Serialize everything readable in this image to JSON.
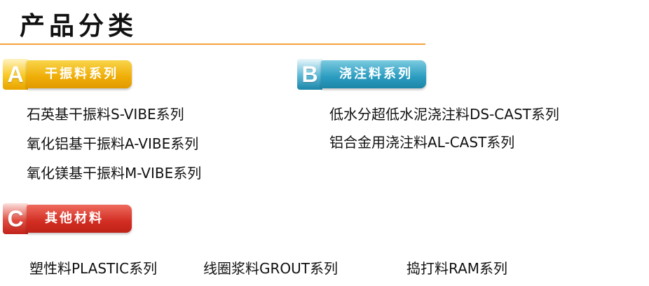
{
  "page": {
    "title": "产品分类"
  },
  "categories": [
    {
      "letter": "A",
      "label": "干振料系列",
      "items": [
        "石英基干振料S-VIBE系列",
        "氧化铝基干振料A-VIBE系列",
        "氧化镁基干振料M-VIBE系列"
      ]
    },
    {
      "letter": "B",
      "label": "浇注料系列",
      "items": [
        "低水分超低水泥浇注料DS-CAST系列",
        "铝合金用浇注料AL-CAST系列"
      ]
    },
    {
      "letter": "C",
      "label": "其他材料",
      "items": [
        "塑性料PLASTIC系列",
        "线圈浆料GROUT系列",
        "捣打料RAM系列"
      ]
    }
  ],
  "colors": {
    "rule": "#f2a03d",
    "a": "#efad07",
    "b": "#2a9cc0",
    "c": "#d22d22"
  }
}
